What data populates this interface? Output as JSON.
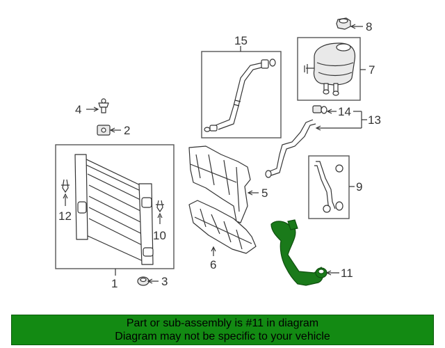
{
  "labels": {
    "p1": "1",
    "p2": "2",
    "p3": "3",
    "p4": "4",
    "p5": "5",
    "p6": "6",
    "p7": "7",
    "p8": "8",
    "p9": "9",
    "p10": "10",
    "p11": "11",
    "p12": "12",
    "p13": "13",
    "p14": "14",
    "p15": "15"
  },
  "highlight": {
    "part": "11",
    "color": "#1a7a1a"
  },
  "banner": {
    "line1": "Part or sub-assembly is #11 in diagram",
    "line2": "Diagram may not be specific to your vehicle",
    "background": "#138a13"
  }
}
